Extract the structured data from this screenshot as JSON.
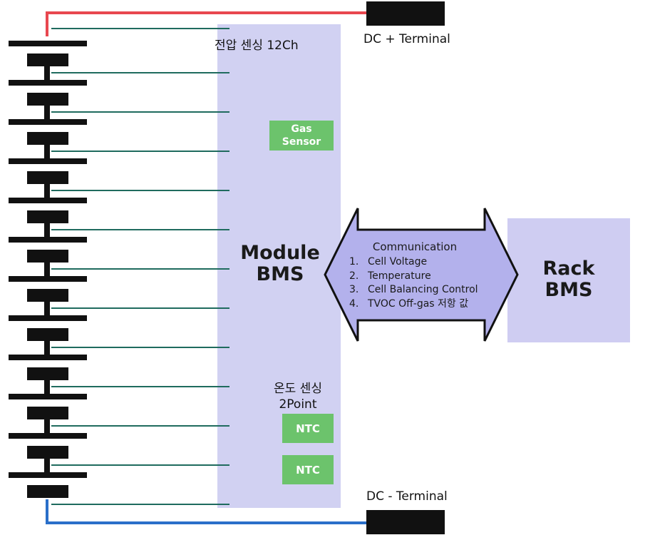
{
  "labels": {
    "voltage_sensing": "전압 센싱 12Ch",
    "dc_plus": "DC + Terminal",
    "dc_minus": "DC - Terminal",
    "temp_sensing_line1": "온도 센싱",
    "temp_sensing_line2": "2Point"
  },
  "module_bms": {
    "line1": "Module",
    "line2": "BMS"
  },
  "rack_bms": {
    "line1": "Rack",
    "line2": "BMS"
  },
  "gas_sensor": {
    "line1": "Gas",
    "line2": "Sensor"
  },
  "ntc": [
    "NTC",
    "NTC"
  ],
  "communication": {
    "title": "Communication",
    "items": [
      {
        "num": "1.",
        "text": "Cell Voltage"
      },
      {
        "num": "2.",
        "text": "Temperature"
      },
      {
        "num": "3.",
        "text": "Cell Balancing Control"
      },
      {
        "num": "4.",
        "text": "TVOC Off-gas 저항 값"
      }
    ]
  },
  "colors": {
    "positive_wire": "#e8474f",
    "negative_wire": "#2a6fc9",
    "sense_wire": "#1f6b5e",
    "module_panel": "#c9c9f0",
    "rack_panel": "#cfcdf2",
    "arrow_fill": "#b3b1ec",
    "sensor_box": "#6cc36c",
    "cell": "#111111",
    "terminal": "#111111"
  }
}
